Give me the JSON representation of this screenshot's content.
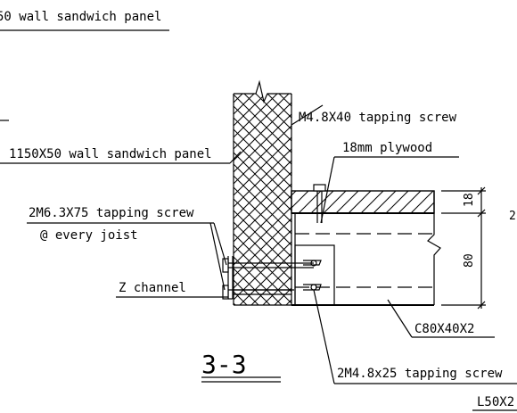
{
  "labels": {
    "top_partial": "50 wall sandwich panel",
    "screw_m48x40": "M4.8X40 tapping screw",
    "plywood": "18mm plywood",
    "wall_panel": "1150X50 wall sandwich panel",
    "screw_2m63x75": "2M6.3X75 tapping  screw",
    "every_joist": "@ every joist",
    "z_channel": "Z channel",
    "joist_c80": "C80X40X2",
    "screw_2m48x25": "2M4.8x25 tapping screw",
    "angle_l50": "L50X2",
    "section_title": "3-3"
  },
  "dimensions": {
    "plywood_thickness": "18",
    "joist_depth": "80",
    "partial_right": "2"
  }
}
